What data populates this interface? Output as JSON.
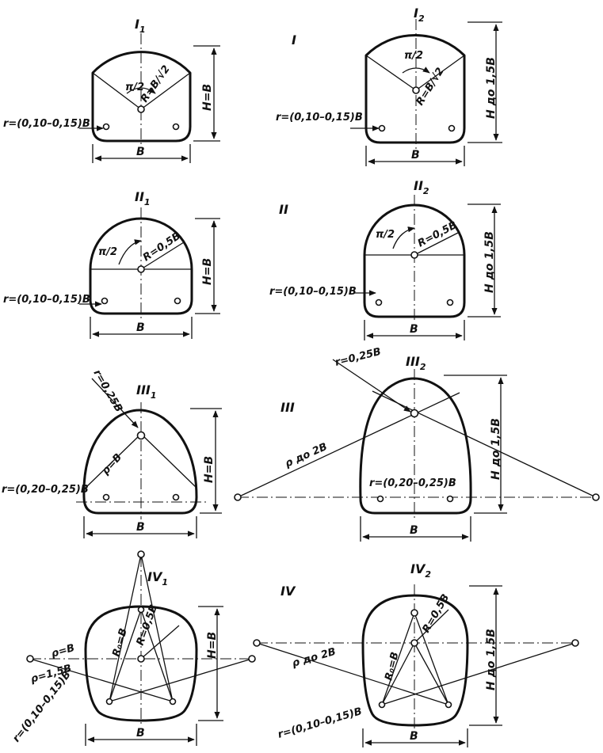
{
  "roman_labels": [
    "I",
    "II",
    "III",
    "IV"
  ],
  "panels": [
    {
      "id": "I1",
      "title": "I",
      "title_sub": "1",
      "width_label": "B",
      "height_label": "H=B",
      "corner_label": "r=(0,10–0,15)B",
      "angle_label": "π/2",
      "radius_label": "R=B/√2"
    },
    {
      "id": "I2",
      "title": "I",
      "title_sub": "2",
      "width_label": "B",
      "height_label": "H до 1,5B",
      "corner_label": "r=(0,10–0,15)B",
      "angle_label": "π/2",
      "radius_label": "R=B/√2"
    },
    {
      "id": "II1",
      "title": "II",
      "title_sub": "1",
      "width_label": "B",
      "height_label": "H=B",
      "corner_label": "r=(0,10–0,15)B",
      "angle_label": "π/2",
      "radius_label": "R=0,5B"
    },
    {
      "id": "II2",
      "title": "II",
      "title_sub": "2",
      "width_label": "B",
      "height_label": "H до 1,5B",
      "corner_label": "r=(0,10–0,15)B",
      "angle_label": "π/2",
      "radius_label": "R=0,5B"
    },
    {
      "id": "III1",
      "title": "III",
      "title_sub": "1",
      "width_label": "B",
      "height_label": "H=B",
      "corner_label": "r=(0,20–0,25)B",
      "top_radius_label": "r=0,25B",
      "rho_label": "ρ=B"
    },
    {
      "id": "III2",
      "title": "III",
      "title_sub": "2",
      "width_label": "B",
      "height_label": "H до 1,5B",
      "corner_label": "r=(0,20–0,25)B",
      "top_radius_label": "r=0,25B",
      "rho_label": "ρ до 2B"
    },
    {
      "id": "IV1",
      "title": "IV",
      "title_sub": "1",
      "width_label": "B",
      "height_label": "H=B",
      "corner_label": "r=(0,10–0,15)B",
      "radius_label": "R=0,5B",
      "r0_label": "R₀=B",
      "rho_label": "ρ=B",
      "rho2_label": "ρ=1,5B"
    },
    {
      "id": "IV2",
      "title": "IV",
      "title_sub": "2",
      "width_label": "B",
      "height_label": "H до 1,5B",
      "corner_label": "r=(0,10–0,15)B",
      "radius_label": "R=0,5B",
      "r0_label": "R₀=B",
      "rho_label": "ρ до 2B"
    }
  ]
}
